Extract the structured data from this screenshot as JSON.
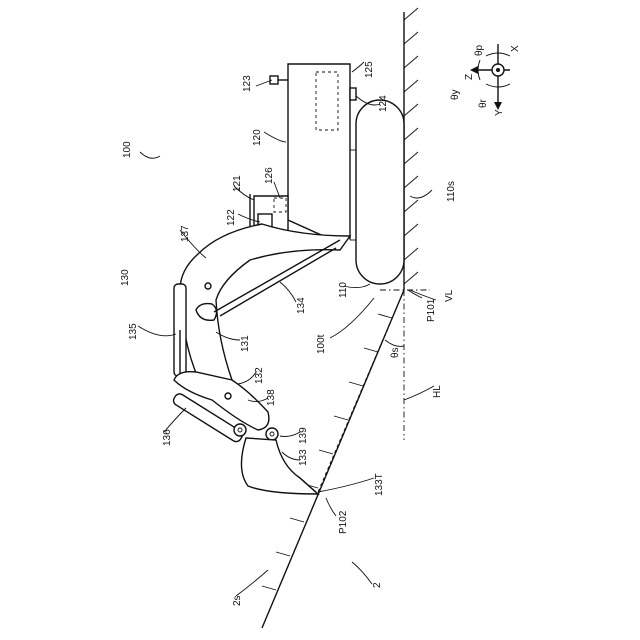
{
  "labels": {
    "l100": "100",
    "l123": "123",
    "l125": "125",
    "l124": "124",
    "l120": "120",
    "l121": "121",
    "l126": "126",
    "l122": "122",
    "l110s": "110s",
    "l137": "137",
    "l130": "130",
    "l134": "134",
    "l110": "110",
    "l135": "135",
    "l131": "131",
    "l100t": "100t",
    "l132": "132",
    "l138": "138",
    "l136": "136",
    "l139": "139",
    "l133": "133",
    "l133T": "133T",
    "l2s": "2s",
    "l2": "2",
    "lP102": "P102",
    "lP101": "P101",
    "lVL": "VL",
    "lHL": "HL",
    "lthetas": "θs"
  },
  "axes": {
    "z": "Z",
    "x": "X",
    "y": "Y",
    "theta_y": "θy",
    "theta_p": "θp",
    "theta_r": "θr"
  }
}
